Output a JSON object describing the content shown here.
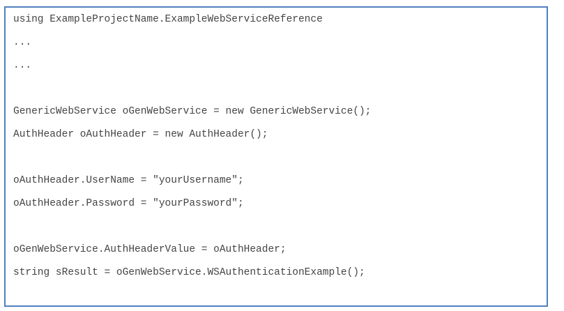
{
  "code": {
    "lines": [
      "using ExampleProjectName.ExampleWebServiceReference",
      "...",
      "...",
      "",
      "GenericWebService oGenWebService = new GenericWebService();",
      "AuthHeader oAuthHeader = new AuthHeader();",
      "",
      "oAuthHeader.UserName = \"yourUsername\";",
      "oAuthHeader.Password = \"yourPassword\";",
      "",
      "oGenWebService.AuthHeaderValue = oAuthHeader;",
      "string sResult = oGenWebService.WSAuthenticationExample();"
    ]
  },
  "colors": {
    "border": "#4f81bd",
    "text": "#444444"
  }
}
